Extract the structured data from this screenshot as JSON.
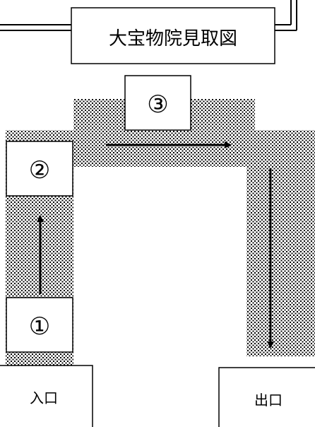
{
  "title": "大宝物院見取図",
  "rooms": [
    {
      "label": "①"
    },
    {
      "label": "②"
    },
    {
      "label": "③"
    }
  ],
  "entrance": {
    "label": "入口"
  },
  "exit": {
    "label": "出口"
  },
  "colors": {
    "line": "#000000",
    "background": "#ffffff",
    "stipple": "#000000"
  }
}
